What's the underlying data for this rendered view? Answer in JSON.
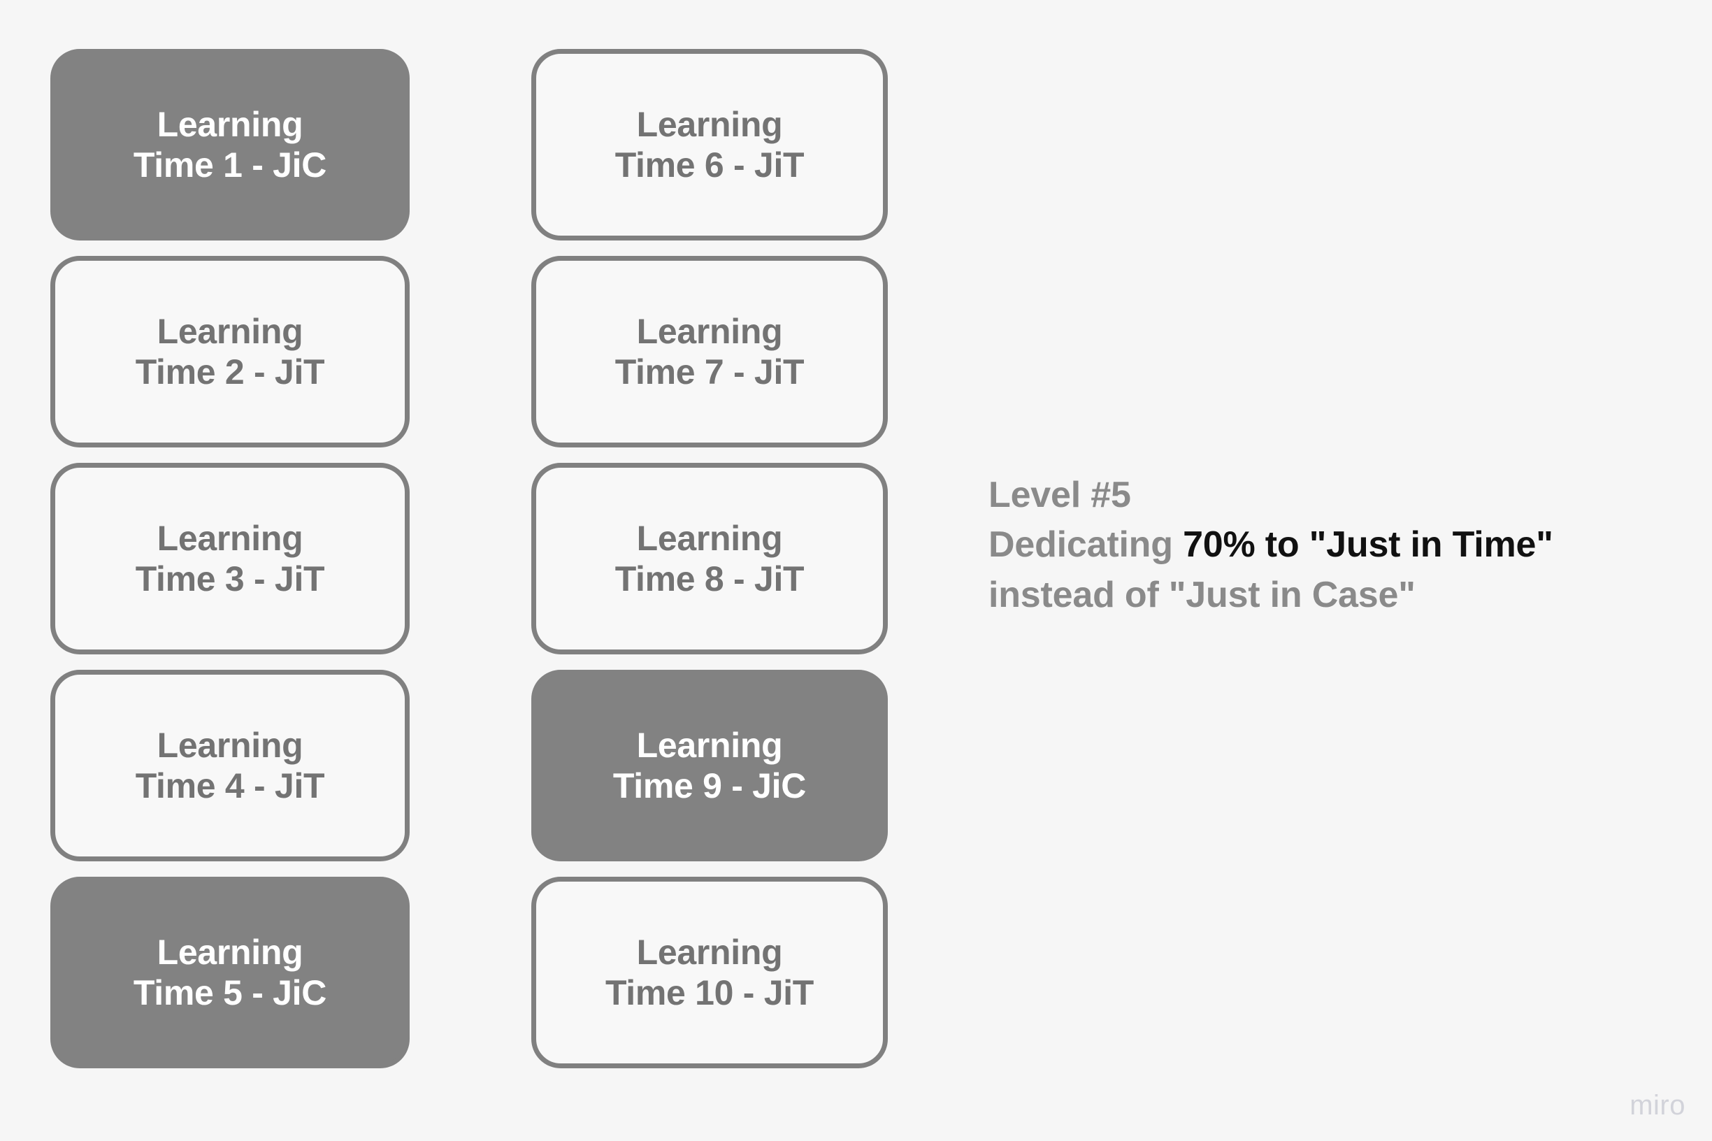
{
  "canvas": {
    "background_color": "#f6f6f6",
    "outline_card_fill": "#f8f8f8",
    "outline_card_border": "#808080",
    "outline_card_text": "#737373",
    "filled_card_fill": "#828282",
    "filled_card_text": "#ffffff",
    "annotation_color": "#8a8a8a",
    "annotation_highlight_color": "#111111",
    "watermark_color": "#d2d3da"
  },
  "columns": [
    {
      "id": "column-1",
      "cards": [
        {
          "line1": "Learning",
          "line2": "Time 1 - JiC",
          "style": "filled",
          "mode": "JiC"
        },
        {
          "line1": "Learning",
          "line2": "Time 2 - JiT",
          "style": "outline",
          "mode": "JiT"
        },
        {
          "line1": "Learning",
          "line2": "Time 3 - JiT",
          "style": "outline",
          "mode": "JiT"
        },
        {
          "line1": "Learning",
          "line2": "Time 4 - JiT",
          "style": "outline",
          "mode": "JiT"
        },
        {
          "line1": "Learning",
          "line2": "Time 5 - JiC",
          "style": "filled",
          "mode": "JiC"
        }
      ]
    },
    {
      "id": "column-2",
      "cards": [
        {
          "line1": "Learning",
          "line2": "Time 6 - JiT",
          "style": "outline",
          "mode": "JiT"
        },
        {
          "line1": "Learning",
          "line2": "Time 7 - JiT",
          "style": "outline",
          "mode": "JiT"
        },
        {
          "line1": "Learning",
          "line2": "Time 8 - JiT",
          "style": "outline",
          "mode": "JiT"
        },
        {
          "line1": "Learning",
          "line2": "Time 9 - JiC",
          "style": "filled",
          "mode": "JiC"
        },
        {
          "line1": "Learning",
          "line2": "Time 10 - JiT",
          "style": "outline",
          "mode": "JiT"
        }
      ]
    }
  ],
  "annotation": {
    "level": "Level #5",
    "line2_prefix": "Dedicating ",
    "line2_highlight": "70% to \"Just in Time\"",
    "line3": "instead of \"Just in Case\""
  },
  "watermark": {
    "label": "miro"
  }
}
